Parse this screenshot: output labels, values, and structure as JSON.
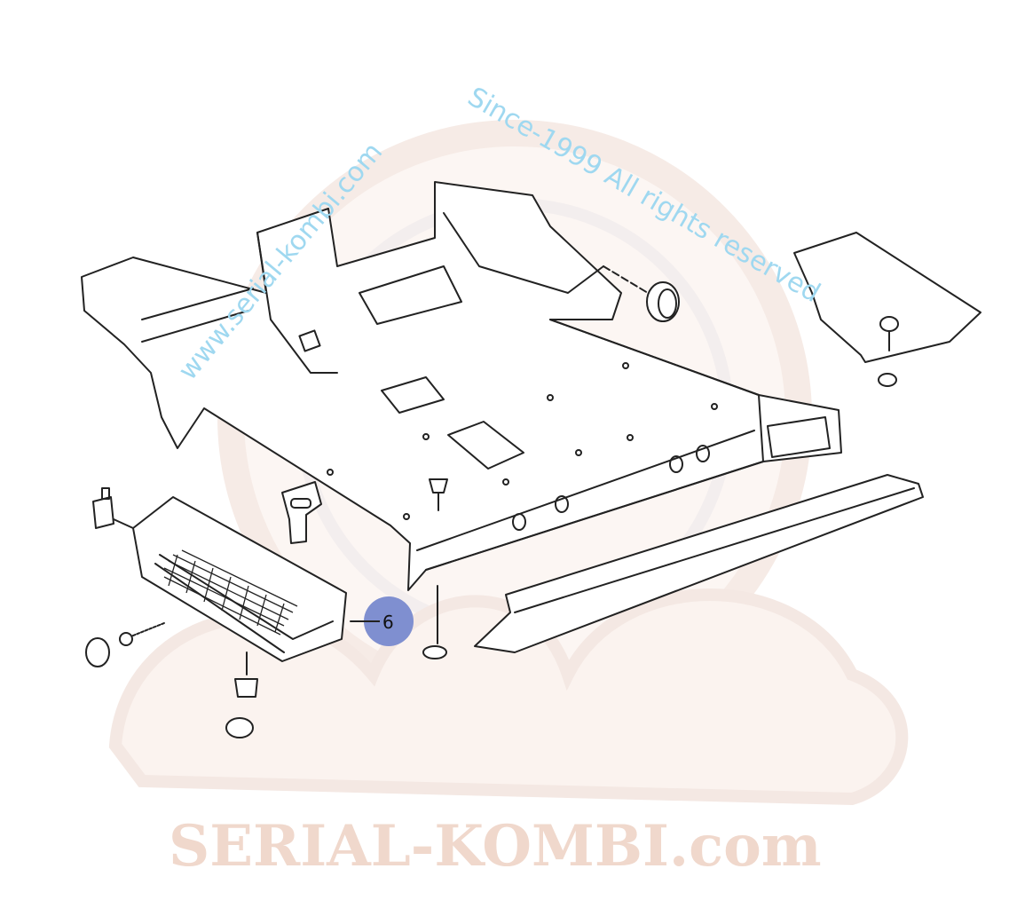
{
  "watermark": {
    "url_text": "www.serial-kombi.com",
    "since_text": "Since-1999 All rights reserved",
    "brand_text": "SERIAL-KOMBI.com"
  },
  "callouts": [
    {
      "label": "6",
      "color": "#7f8fd0"
    }
  ],
  "colors": {
    "line": "#222222",
    "watermark_blue": "#9fd8f0",
    "watermark_logo": "#f6e4dc"
  }
}
